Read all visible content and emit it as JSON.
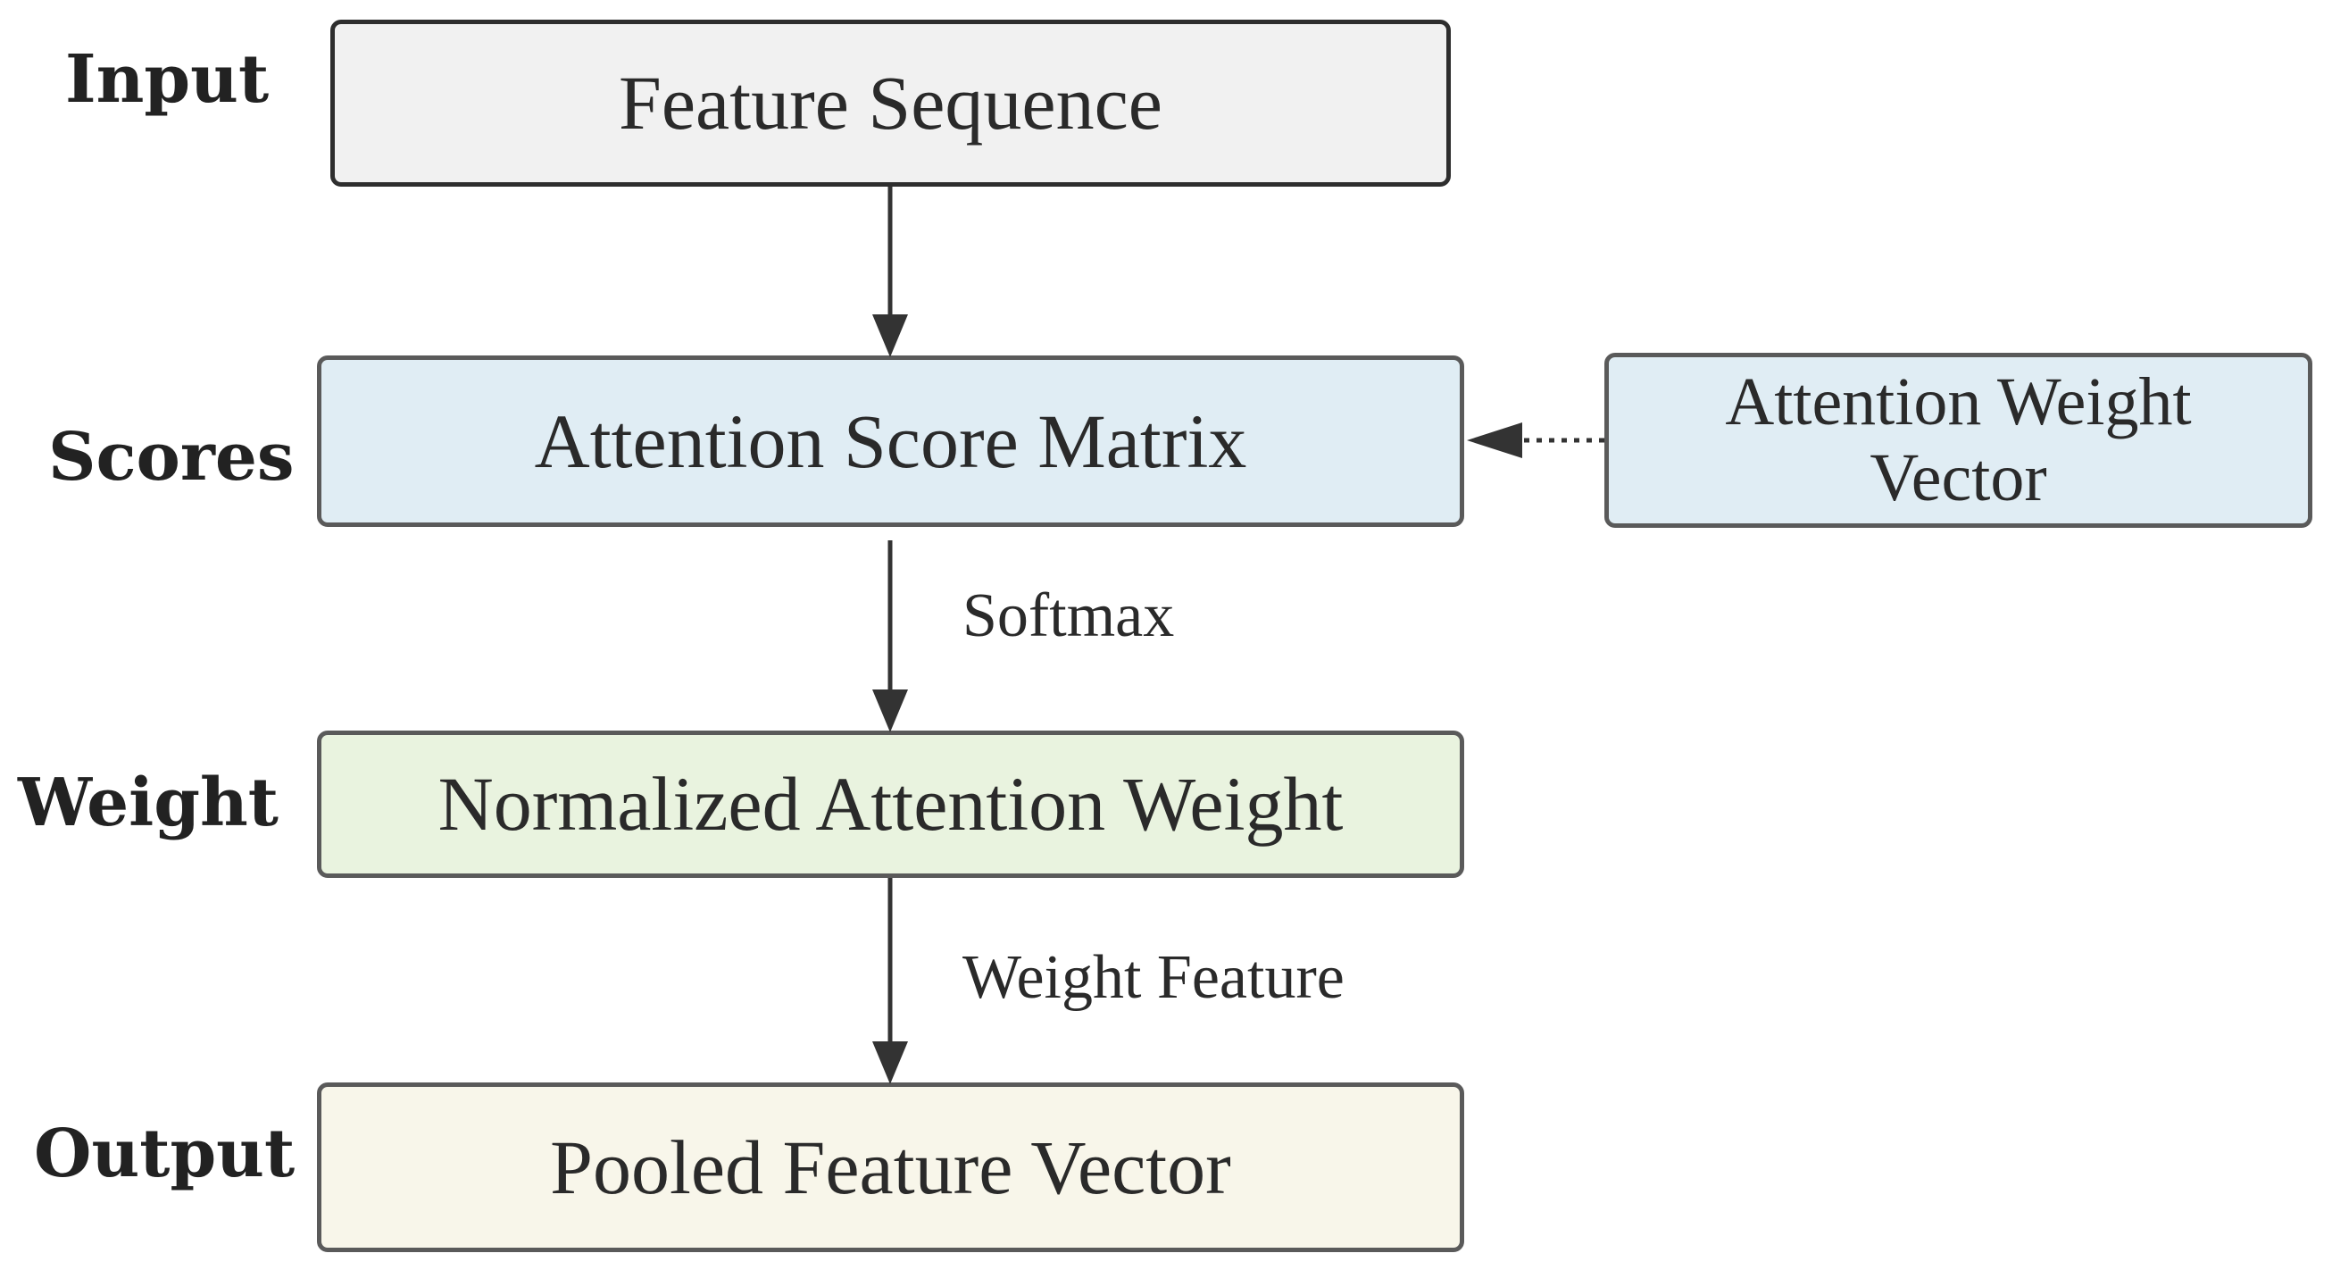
{
  "rows": {
    "input": "Input",
    "scores": "Scores",
    "weight": "Weight",
    "output": "Output"
  },
  "nodes": {
    "feature_sequence": "Feature Sequence",
    "attention_score_matrix": "Attention Score Matrix",
    "attention_weight_vector": "Attention Weight Vector",
    "normalized_attention_weight": "Normalized Attention Weight",
    "pooled_feature_vector": "Pooled Feature Vector"
  },
  "edges": {
    "softmax": "Softmax",
    "weight_feature": "Weight Feature"
  },
  "colors": {
    "input_fill": "#f1f1f1",
    "scores_fill": "#e0edf4",
    "weight_fill": "#e9f3df",
    "output_fill": "#f8f6ea",
    "stroke": "#333333"
  }
}
